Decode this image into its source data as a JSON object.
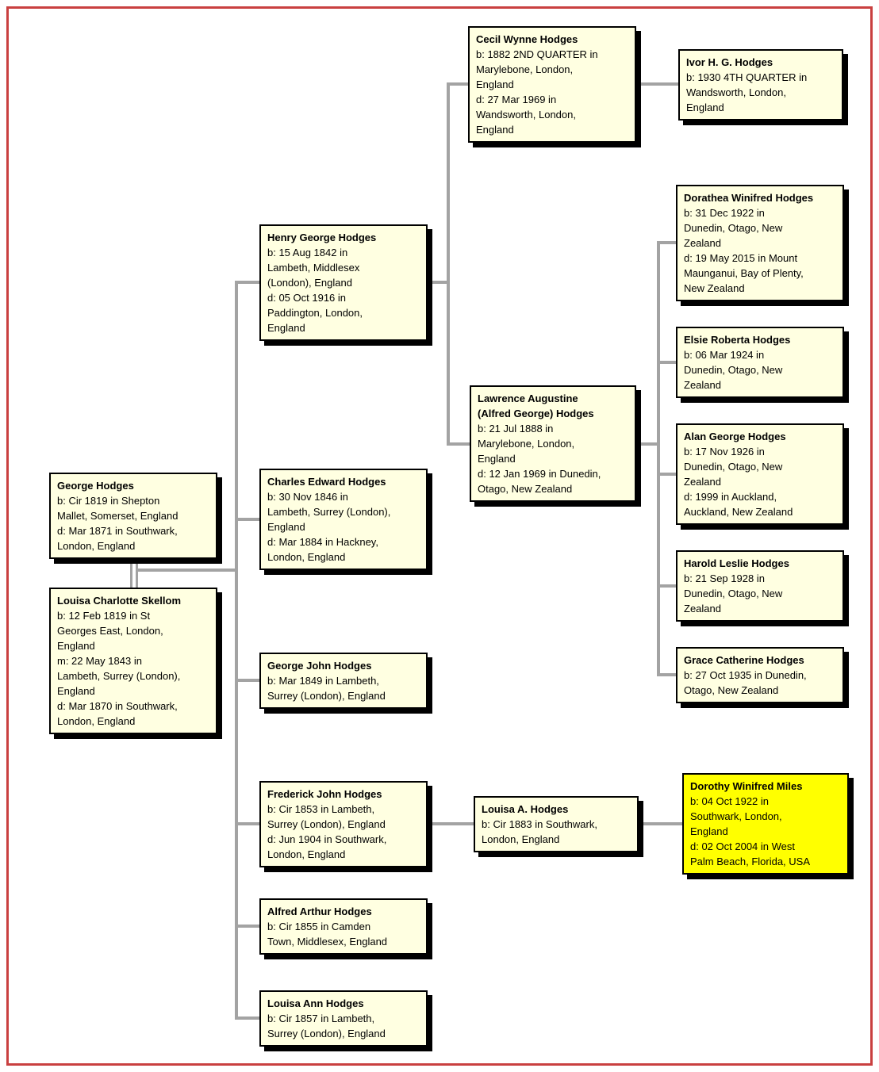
{
  "diagram": {
    "type": "family-tree",
    "box_fill": "#FFFFE1",
    "box_border": "#000000",
    "connector_color": "#A3A3A3",
    "frame_color": "#C94040",
    "highlight_fill": "#FFFF00",
    "highlighted_person": "Dorothy Winifred Miles"
  },
  "persons": {
    "cecil": {
      "name": "Cecil Wynne Hodges",
      "birth": "b: 1882 2ND QUARTER in\nMarylebone, London,\nEngland",
      "death": "d: 27 Mar 1969 in\nWandsworth, London,\nEngland"
    },
    "ivor": {
      "name": "Ivor H. G. Hodges",
      "birth": "b: 1930 4TH QUARTER in\nWandsworth, London,\nEngland"
    },
    "henry": {
      "name": "Henry George Hodges",
      "birth": "b: 15 Aug 1842 in\nLambeth, Middlesex\n(London), England",
      "death": "d: 05 Oct 1916 in\nPaddington, London,\nEngland"
    },
    "dorathea": {
      "name": "Dorathea Winifred Hodges",
      "birth": "b: 31 Dec 1922 in\nDunedin, Otago, New\nZealand",
      "death": "d: 19 May 2015 in Mount\nMaunganui, Bay of Plenty,\nNew Zealand"
    },
    "elsie": {
      "name": "Elsie Roberta Hodges",
      "birth": "b: 06 Mar 1924 in\nDunedin, Otago, New\nZealand"
    },
    "lawrence": {
      "name": "Lawrence Augustine\n(Alfred George) Hodges",
      "birth": "b: 21 Jul 1888 in\nMarylebone, London,\nEngland",
      "death": "d: 12 Jan 1969 in Dunedin,\nOtago, New Zealand"
    },
    "alan": {
      "name": "Alan George Hodges",
      "birth": "b: 17 Nov 1926 in\nDunedin, Otago, New\nZealand",
      "death": "d: 1999 in Auckland,\nAuckland, New Zealand"
    },
    "harold": {
      "name": "Harold Leslie Hodges",
      "birth": "b: 21 Sep 1928 in\nDunedin, Otago, New\nZealand"
    },
    "grace": {
      "name": "Grace Catherine Hodges",
      "birth": "b: 27 Oct 1935 in Dunedin,\nOtago, New Zealand"
    },
    "george": {
      "name": "George Hodges",
      "birth": "b: Cir 1819 in Shepton\nMallet, Somerset, England",
      "death": "d: Mar 1871 in Southwark,\nLondon, England"
    },
    "charles": {
      "name": "Charles Edward Hodges",
      "birth": "b: 30 Nov 1846 in\nLambeth, Surrey (London),\nEngland",
      "death": "d: Mar 1884 in Hackney,\nLondon, England"
    },
    "louisa_charlotte": {
      "name": "Louisa Charlotte Skellom",
      "birth": "b: 12 Feb 1819 in St\nGeorges East, London,\nEngland",
      "marriage": "m: 22 May 1843 in\nLambeth, Surrey (London),\nEngland",
      "death": "d: Mar 1870 in Southwark,\nLondon, England"
    },
    "george_john": {
      "name": "George John Hodges",
      "birth": "b: Mar 1849 in Lambeth,\nSurrey (London), England"
    },
    "frederick": {
      "name": "Frederick John Hodges",
      "birth": "b: Cir 1853 in Lambeth,\nSurrey (London), England",
      "death": "d: Jun 1904 in Southwark,\nLondon, England"
    },
    "louisa_a": {
      "name": "Louisa A. Hodges",
      "birth": "b: Cir 1883 in Southwark,\nLondon, England"
    },
    "dorothy": {
      "name": "Dorothy Winifred Miles",
      "birth": "b: 04 Oct 1922 in\nSouthwark, London,\nEngland",
      "death": "d: 02 Oct 2004 in West\nPalm Beach, Florida, USA"
    },
    "alfred": {
      "name": "Alfred Arthur Hodges",
      "birth": "b: Cir 1855 in Camden\nTown, Middlesex, England"
    },
    "louisa_ann": {
      "name": "Louisa Ann Hodges",
      "birth": "b: Cir 1857 in Lambeth,\nSurrey (London), England"
    }
  }
}
